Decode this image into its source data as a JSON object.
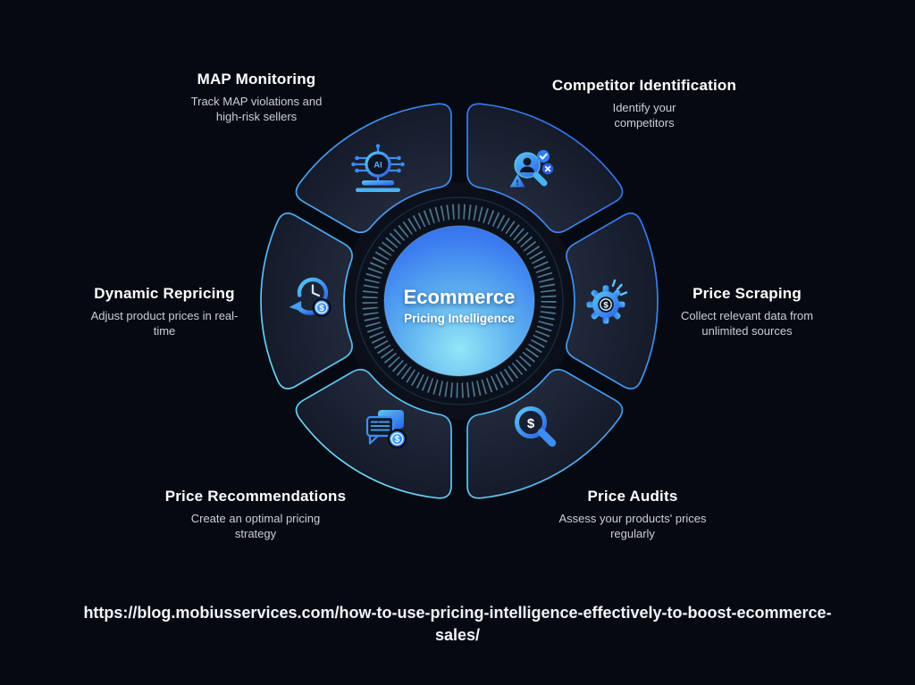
{
  "center": {
    "title": "Ecommerce",
    "subtitle": "Pricing Intelligence"
  },
  "segments": [
    {
      "id": "map-monitoring",
      "title": "MAP Monitoring",
      "description": "Track MAP violations and high-risk sellers",
      "icon": "ai-network-monitor-icon"
    },
    {
      "id": "competitor-identification",
      "title": "Competitor Identification",
      "description": "Identify your competitors",
      "icon": "competitor-search-icon"
    },
    {
      "id": "dynamic-repricing",
      "title": "Dynamic Repricing",
      "description": "Adjust product prices in real-time",
      "icon": "clock-refresh-dollar-icon"
    },
    {
      "id": "price-scraping",
      "title": "Price Scraping",
      "description": "Collect relevant data from unlimited sources",
      "icon": "gear-dollar-icon"
    },
    {
      "id": "price-recommendations",
      "title": "Price Recommendations",
      "description": "Create an optimal pricing strategy",
      "icon": "chat-document-dollar-icon"
    },
    {
      "id": "price-audits",
      "title": "Price Audits",
      "description": "Assess your products' prices regularly",
      "icon": "magnifier-dollar-icon"
    }
  ],
  "footer": {
    "url": "https://blog.mobiusservices.com/how-to-use-pricing-intelligence-effectively-to-boost-ecommerce-sales/"
  },
  "colors": {
    "background": "#050a12",
    "panel_fill": "#1a2132",
    "accent_blue": "#2f63e8",
    "accent_cyan": "#79e7f4",
    "core_top": "#2b57e2",
    "core_bottom": "#93e6f7",
    "text_primary": "#ffffff",
    "text_secondary": "#c9ced8"
  }
}
